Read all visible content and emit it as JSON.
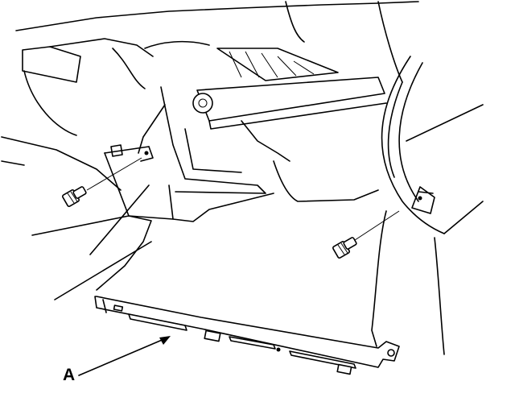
{
  "diagram": {
    "callouts": [
      {
        "label": "A",
        "target": "lower-mounting-bracket"
      }
    ],
    "parts": [
      "inner-fender-panel",
      "lower-mounting-bracket",
      "bolt",
      "bolt"
    ],
    "colors": {
      "line": "#000000",
      "background": "#ffffff"
    }
  }
}
